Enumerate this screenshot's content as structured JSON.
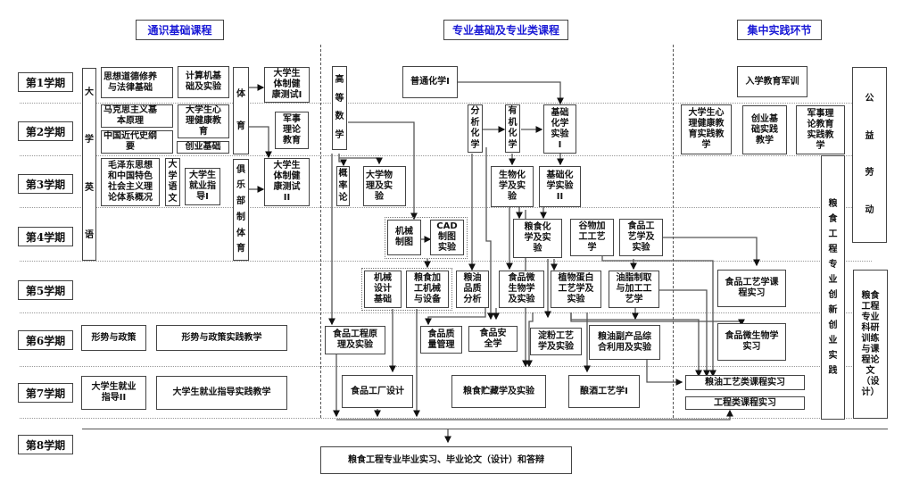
{
  "headers": {
    "general": "通识基础课程",
    "professional": "专业基础及专业类课程",
    "practice": "集中实践环节"
  },
  "semesters": [
    "第1学期",
    "第2学期",
    "第3学期",
    "第4学期",
    "第5学期",
    "第6学期",
    "第7学期",
    "第8学期"
  ],
  "general_courses": {
    "english": [
      "大",
      "学",
      "英",
      "语"
    ],
    "pe": [
      "体",
      "育"
    ],
    "club_pe": [
      "俱",
      "乐",
      "部",
      "制",
      "体",
      "育"
    ],
    "ideology_morality": "思想道德修养\n与法律基础",
    "computer_basics": "计算机基\n础及实验",
    "fitness_test_1": "大学生\n体制健\n康测试I",
    "marxism": "马克思主义基\n本原理",
    "mental_health": "大学生心\n理健康教\n育",
    "modern_history": "中国近代史纲\n要",
    "entrepreneurship_basics": "创业基础",
    "military_theory": "军事\n理论\n教育",
    "mao_theory": "毛泽东思想\n和中国特色\n社会主义理\n论体系概况",
    "chinese": [
      "大",
      "学",
      "语",
      "文"
    ],
    "career_guidance_1": "大学生\n就业指\n导I",
    "fitness_test_2": "大学生\n体制健\n康测试\nII",
    "situation_policy": "形势与政策",
    "situation_policy_practice": "形势与政策实践教学",
    "career_guidance_2": "大学生就业\n指导II",
    "career_guidance_practice": "大学生就业指导实践教学"
  },
  "professional_courses": {
    "advanced_math": [
      "高",
      "等",
      "数",
      "学"
    ],
    "general_chemistry": "普通化学I",
    "analytical_chemistry": [
      "分",
      "析",
      "化",
      "学"
    ],
    "organic_chemistry": [
      "有",
      "机",
      "化",
      "学"
    ],
    "basic_chem_lab_1": "基础\n化学\n实验\nI",
    "probability": [
      "概",
      "率",
      "论"
    ],
    "physics": "大学物\n理及实\n验",
    "biochemistry": "生物化\n学及实\n验",
    "basic_chem_lab_2": "基础化\n学实验\nII",
    "mechanical_drawing": "机械\n制图",
    "cad_lab": "CAD\n制图\n实验",
    "grain_chemistry": "粮食化\n学及实\n验",
    "cereal_processing": "谷物加\n工工艺\n学",
    "food_technology": "食品工\n艺学及\n实验",
    "machine_design": "机械\n设计\n基础",
    "grain_machinery": "粮食加\n工机械\n与设备",
    "oil_quality": "粮油\n品质\n分析",
    "food_microbiology": "食品微\n生物学\n及实验",
    "plant_protein": "植物蛋白\n工艺学及\n实验",
    "oil_extraction": "油脂制取\n与加工工\n艺学",
    "food_engineering_principles": "食品工程原\n理及实验",
    "food_quality_management": "食品质\n量管理",
    "food_safety": "食品安\n全学",
    "starch_technology": "淀粉工艺\n学及实验",
    "byproducts": "粮油副产品综\n合利用及实验",
    "food_factory_design": "食品工厂设计",
    "grain_storage": "粮食贮藏学及实验",
    "brewing": "酿酒工艺学I"
  },
  "practice_courses": {
    "military_training": "入学教育军训",
    "mental_health_practice": "大学生心\n理健康教\n育实践教\n学",
    "entrepreneurship_practice": "创业基\n础实践\n教学",
    "military_theory_practice": "军事理\n论教育\n实践教\n学",
    "public_labor": [
      "公",
      "益",
      "劳",
      "动"
    ],
    "innovation_practice": [
      "粮",
      "食",
      "工",
      "程",
      "专",
      "业",
      "创",
      "新",
      "创",
      "业",
      "实",
      "践"
    ],
    "research_training": "粮食\n工程\n专业\n科研\n训练\n与课\n程论\n文\n（设\n计）",
    "food_tech_internship": "食品工艺学课\n程实习",
    "microbiology_internship": "食品微生物学\n实习",
    "oil_tech_internship": "粮油工艺类课程实习",
    "engineering_internship": "工程类课程实习"
  },
  "final": "粮食工程专业毕业实习、毕业论文（设计）和答辩"
}
